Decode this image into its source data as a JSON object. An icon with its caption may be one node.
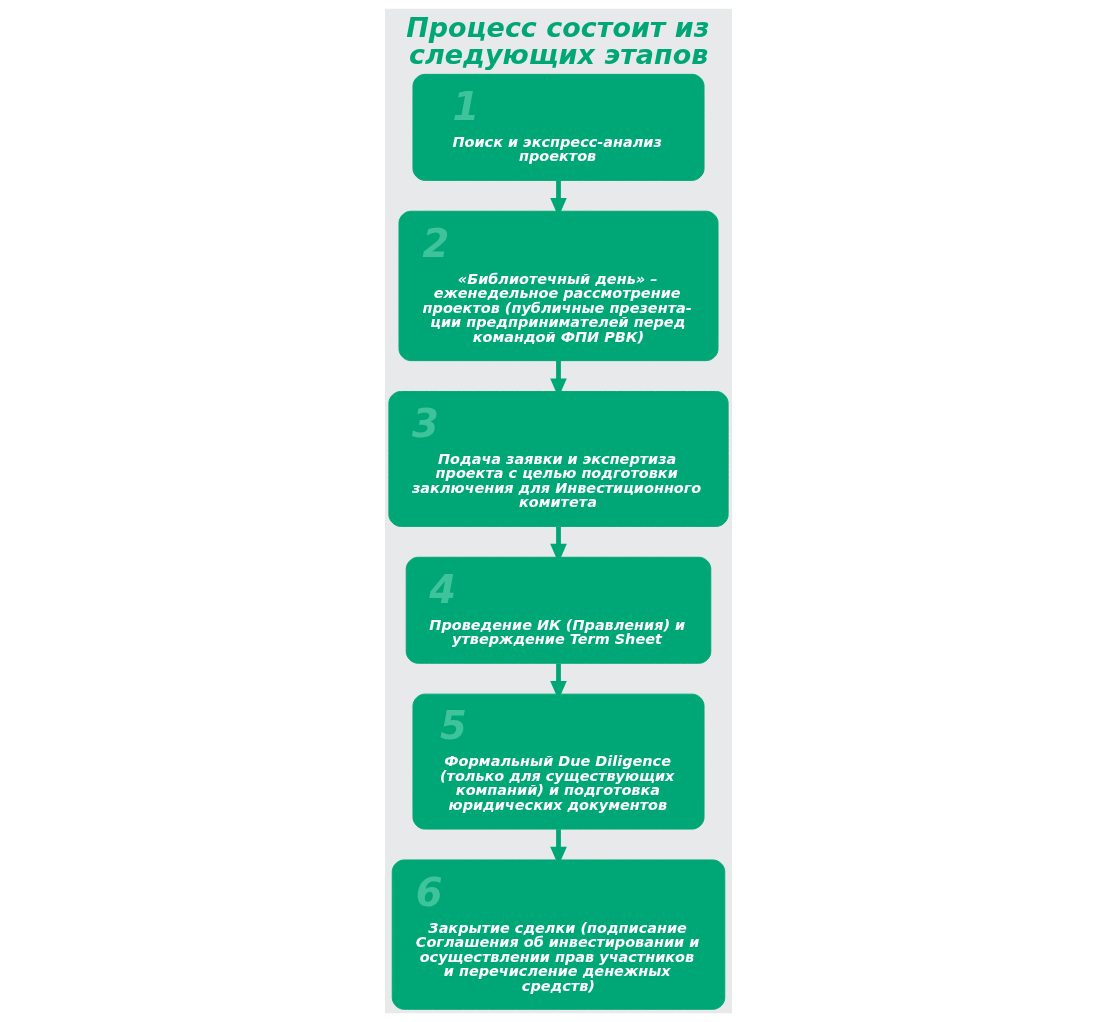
{
  "diagram": {
    "title": "Процесс состоит из следующих этапов",
    "nodes": [
      {
        "text": [
          "1",
          "Поиск и экспресс-анализ проектов"
        ]
      },
      {
        "text": [
          "2",
          "«Библиотечный день» – еженедельное рассмотрение проектов (публичные презента- ции предпринимателей перед командой ФПИ РВК)"
        ]
      },
      {
        "text": [
          "3",
          "Подача заявки и экспертиза проекта с целью подготовки заключения для Инвестиционного комитета"
        ]
      },
      {
        "text": [
          "4",
          "Проведение ИК (Правления) и утверждение Term Sheet"
        ]
      },
      {
        "text": [
          "5",
          "Формальный Due Diligence (только для существующих компаний) и подготовка юридических документов"
        ]
      },
      {
        "text": [
          "6",
          "Закрытие сделки (подписание Соглашения об инвестировании и осуществлении прав участников и перечисление денежных средств)"
        ]
      }
    ],
    "edges": [
      {
        "from": 0,
        "to": 1,
        "arrow": "to"
      },
      {
        "from": 1,
        "to": 2,
        "arrow": "to"
      },
      {
        "from": 2,
        "to": 3,
        "arrow": "to"
      },
      {
        "from": 3,
        "to": 4,
        "arrow": "to"
      },
      {
        "from": 4,
        "to": 5,
        "arrow": "to"
      }
    ]
  }
}
